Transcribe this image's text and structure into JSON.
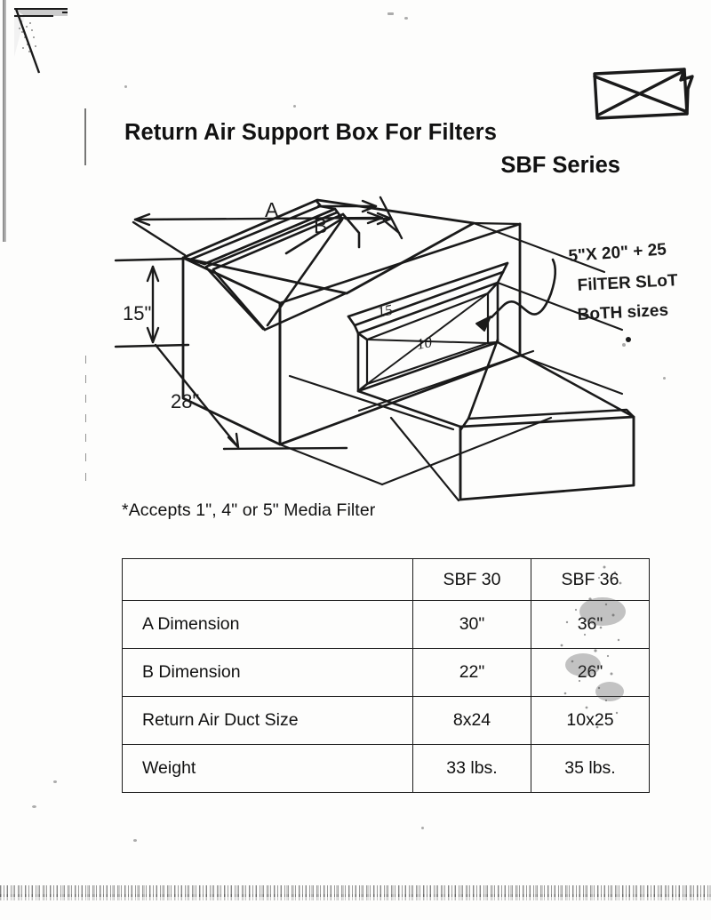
{
  "document": {
    "title": "Return Air Support Box For Filters",
    "subtitle": "SBF Series",
    "footnote": "*Accepts 1\", 4\" or 5\" Media Filter"
  },
  "drawing": {
    "dimension_labels": {
      "a": "A",
      "b": "B",
      "height": "15\"",
      "depth": "28\"",
      "duct_width_note": "15",
      "duct_height_note": "10"
    },
    "handwritten_annotation": {
      "line1": "5\"X 20\" + 25",
      "line2": "FilTER SLoT",
      "line3": "BoTH sizes"
    },
    "crossed_out_box_mark": "x-crossed-rectangle"
  },
  "spec_table": {
    "columns": [
      "",
      "SBF 30",
      "SBF 36"
    ],
    "rows": [
      {
        "label": "A Dimension",
        "sbf30": "30\"",
        "sbf36": "36\""
      },
      {
        "label": "B Dimension",
        "sbf30": "22\"",
        "sbf36": "26\""
      },
      {
        "label": "Return Air Duct Size",
        "sbf30": "8x24",
        "sbf36": "10x25"
      },
      {
        "label": "Weight",
        "sbf30": "33 lbs.",
        "sbf36": "35 lbs."
      }
    ]
  },
  "colors": {
    "ink": "#1a1a1a",
    "paper": "#fdfdfc"
  }
}
